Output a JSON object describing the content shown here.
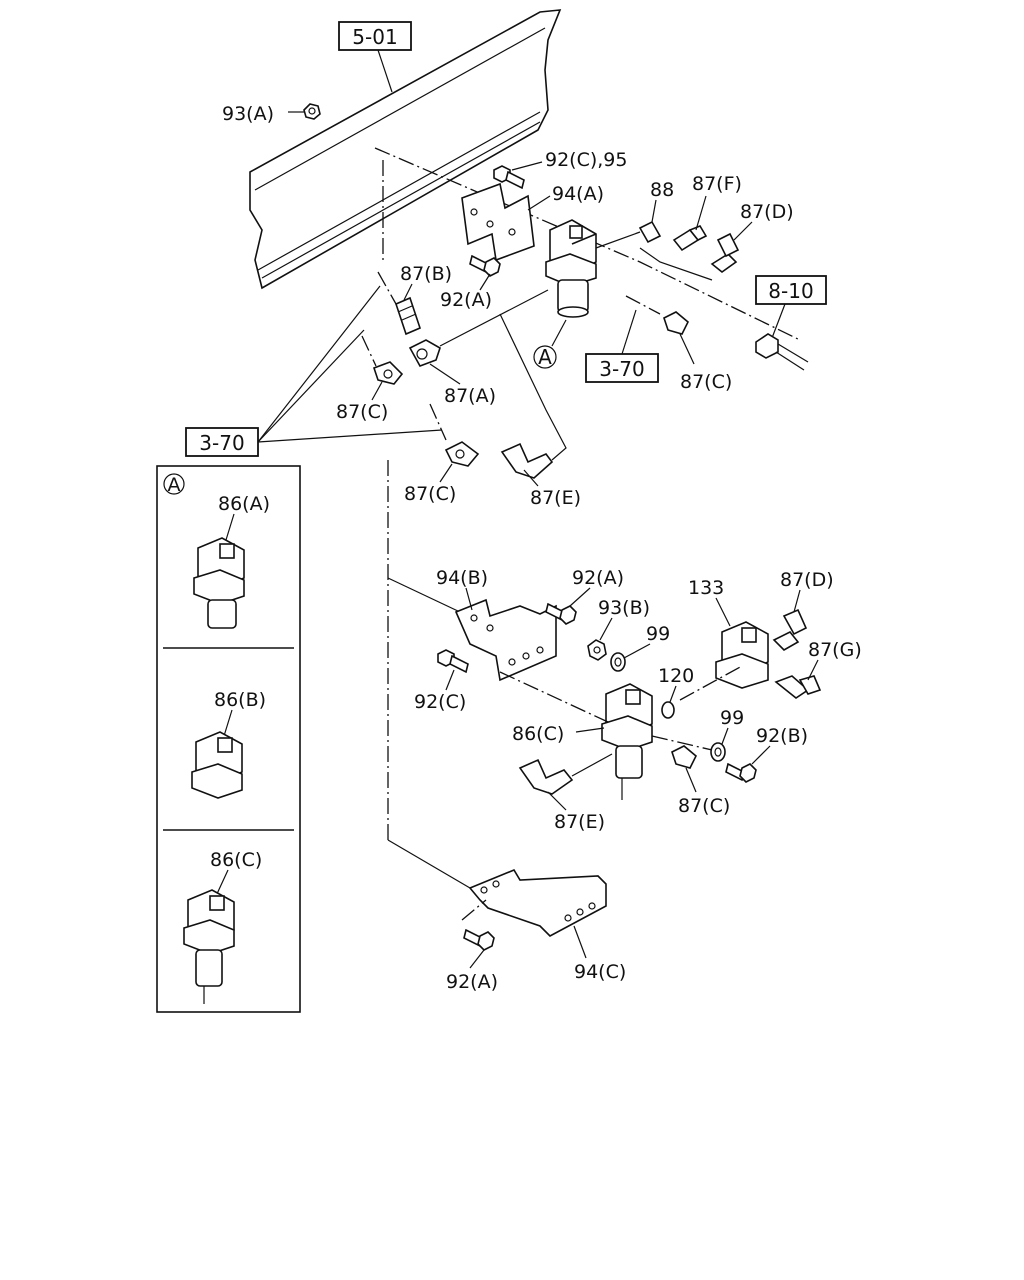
{
  "references": {
    "frame": "5-01",
    "hose_left": "3-70",
    "hose_mid": "3-70",
    "harness": "8-10"
  },
  "detail": {
    "marker": "A",
    "variants": [
      "86(A)",
      "86(B)",
      "86(C)"
    ]
  },
  "labels": {
    "p93a": "93(A)",
    "p92c_95": "92(C),95",
    "p94a": "94(A)",
    "p88": "88",
    "p87f": "87(F)",
    "p87d_top": "87(D)",
    "p87b": "87(B)",
    "p92a_top": "92(A)",
    "p87a": "87(A)",
    "p87c_left": "87(C)",
    "p87c_right": "87(C)",
    "p87c_low": "87(C)",
    "p87e_top": "87(E)",
    "callout_a": "A",
    "p94b": "94(B)",
    "p92a_mid": "92(A)",
    "p93b": "93(B)",
    "p99_top": "99",
    "p133": "133",
    "p87d_low": "87(D)",
    "p87g": "87(G)",
    "p92c_mid": "92(C)",
    "p120": "120",
    "p86c": "86(C)",
    "p99_low": "99",
    "p92b": "92(B)",
    "p87c_bottom": "87(C)",
    "p87e_bottom": "87(E)",
    "p92a_bottom": "92(A)",
    "p94c": "94(C)"
  }
}
